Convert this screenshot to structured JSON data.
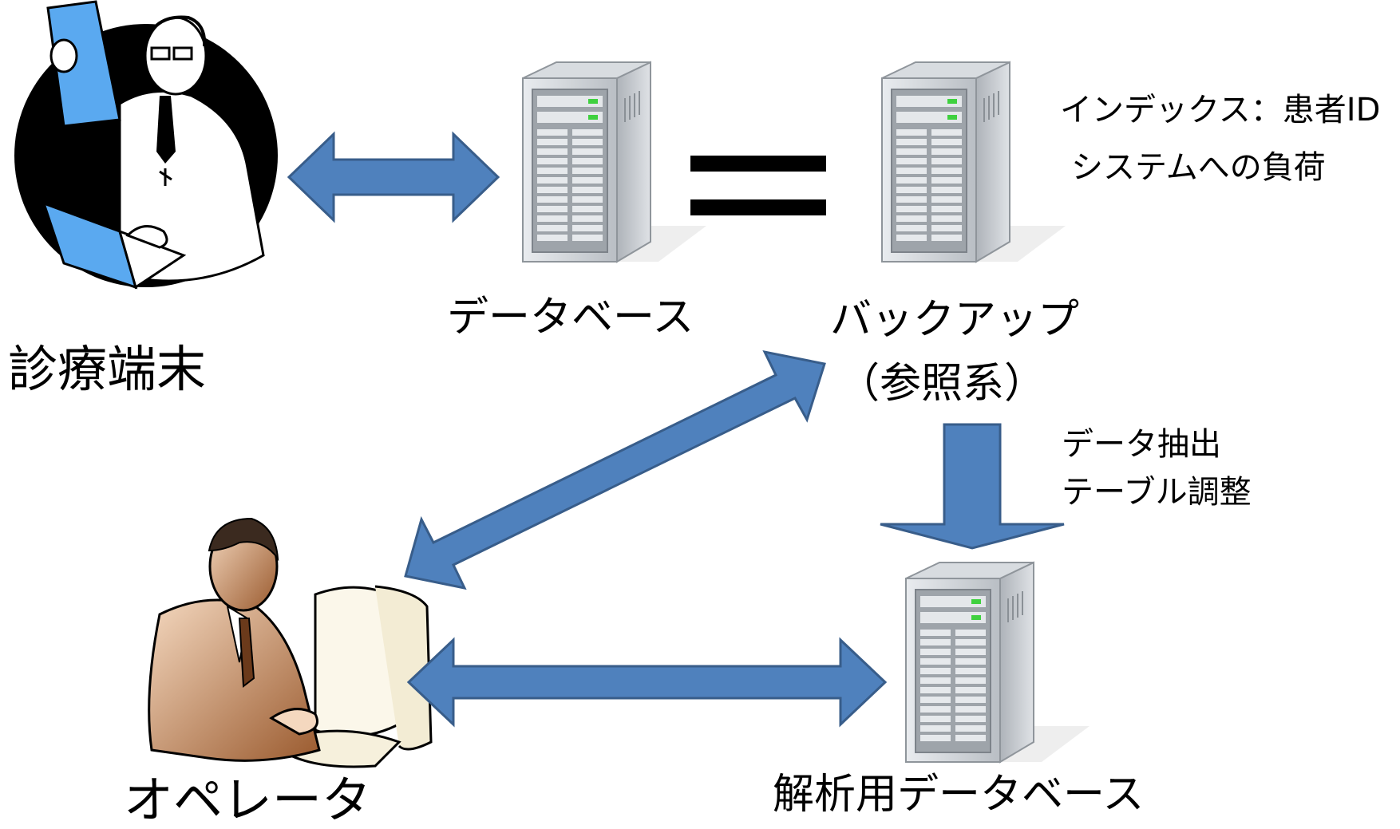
{
  "nodes": {
    "terminal": {
      "label": "診療端末"
    },
    "database": {
      "label": "データベース"
    },
    "backup": {
      "label": "バックアップ",
      "sublabel": "（参照系）"
    },
    "operator": {
      "label": "オペレータ"
    },
    "analysis_db": {
      "label": "解析用データベース"
    }
  },
  "notes": {
    "index": "インデックス：患者ID",
    "load": "システムへの負荷",
    "extract": "データ抽出",
    "adjust": "テーブル調整"
  },
  "colors": {
    "arrow_fill": "#4f81bd",
    "arrow_stroke": "#385d8a",
    "server_body": "#c8ccd0",
    "doctor_accent": "#5aa9f0",
    "operator_skin": "#a8673a"
  },
  "icons": {
    "doctor": "doctor-at-laptop-icon",
    "operator": "operator-at-computer-icon",
    "server": "server-tower-icon"
  }
}
